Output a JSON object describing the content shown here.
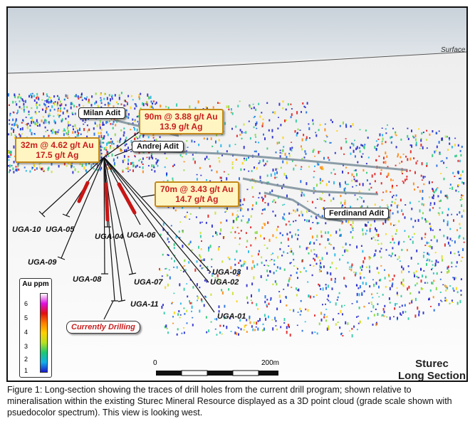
{
  "surface_label": "Surface",
  "callouts": [
    {
      "line1": "90m @ 3.88 g/t Au",
      "line2": "13.9 g/t Ag"
    },
    {
      "line1": "32m @ 4.62 g/t Au",
      "line2": "17.5 g/t Ag"
    },
    {
      "line1": "70m @ 3.43 g/t Au",
      "line2": "14.7 g/t Ag"
    }
  ],
  "adits": [
    "Milan Adit",
    "Andrej Adit",
    "Ferdinand Adit"
  ],
  "holes": [
    "UGA-10",
    "UGA-05",
    "UGA-09",
    "UGA-04",
    "UGA-06",
    "UGA-08",
    "UGA-07",
    "UGA-11",
    "UGA-03",
    "UGA-02",
    "UGA-01"
  ],
  "drilling_label": "Currently Drilling",
  "legend": {
    "title": "Au ppm",
    "ticks": [
      "6",
      "5",
      "4",
      "3",
      "2",
      "1"
    ]
  },
  "scale": {
    "start": "0",
    "end": "200m"
  },
  "section_title": {
    "line1": "Sturec",
    "line2": "Long Section"
  },
  "caption": "Figure 1: Long-section showing the traces of drill holes from the current drill program; shown relative to mineralisation within the existing Sturec Mineral Resource displayed as a 3D point cloud (grade scale shown with psuedocolor spectrum). This view is looking west.",
  "colors": {
    "callout_text": "#c81e1e",
    "callout_border": "#c48a1a",
    "callout_fill": "#fff5c2",
    "sky": "#d3dce3"
  }
}
